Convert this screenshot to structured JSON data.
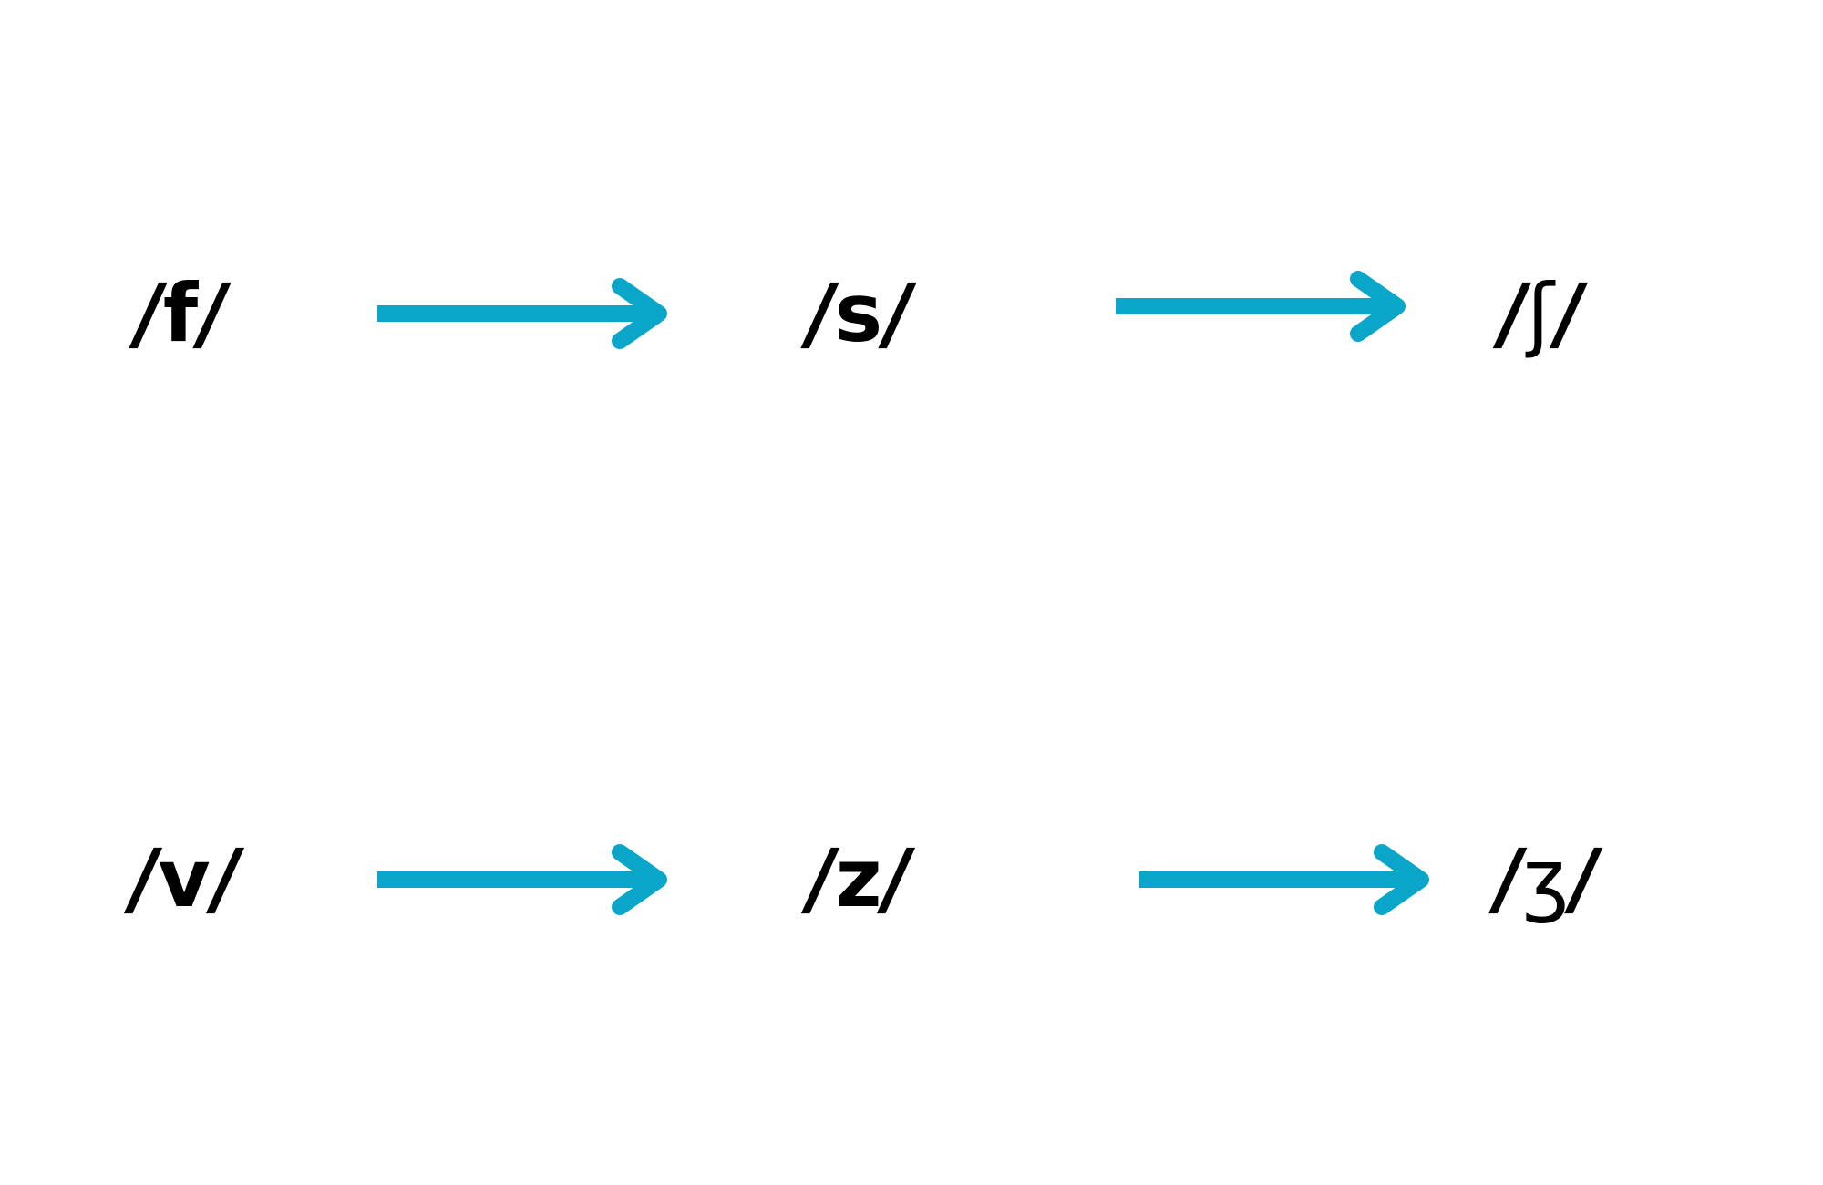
{
  "arrow_color": "#0AA6C9",
  "rows": [
    {
      "items": [
        {
          "symbol": "f",
          "weight": "bold"
        },
        {
          "symbol": "s",
          "weight": "bold"
        },
        {
          "symbol": "ʃ",
          "weight": "normal"
        }
      ]
    },
    {
      "items": [
        {
          "symbol": "v",
          "weight": "bold"
        },
        {
          "symbol": "z",
          "weight": "bold"
        },
        {
          "symbol": "ʒ",
          "weight": "normal"
        }
      ]
    }
  ]
}
